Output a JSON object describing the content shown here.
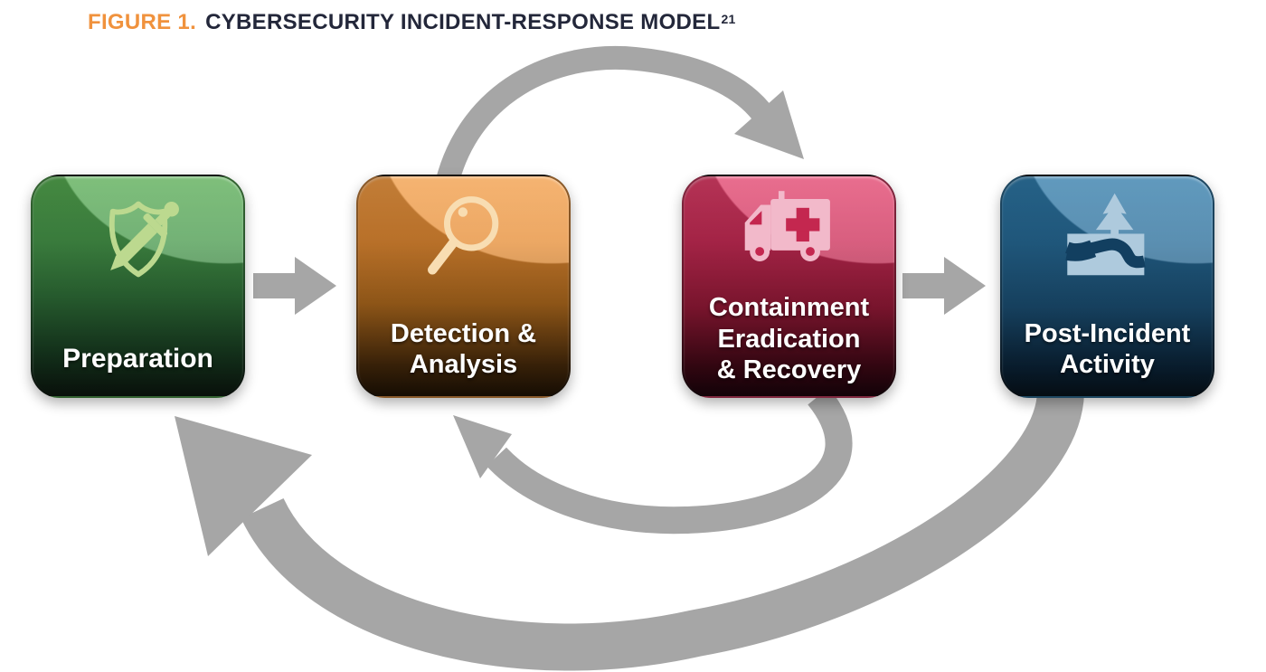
{
  "figure": {
    "label": "FIGURE 1.",
    "title": "CYBERSECURITY INCIDENT-RESPONSE MODEL",
    "footnote_ref": "21"
  },
  "stages": [
    {
      "name": "Preparation",
      "lines": [
        "Preparation"
      ],
      "icon": "shield-sword-icon",
      "color": "#4FA14C"
    },
    {
      "name": "Detection & Analysis",
      "lines": [
        "Detection &",
        "Analysis"
      ],
      "icon": "magnifying-glass-icon",
      "color": "#EF9840"
    },
    {
      "name": "Containment Eradication & Recovery",
      "lines": [
        "Containment",
        "Eradication",
        "& Recovery"
      ],
      "icon": "ambulance-icon",
      "color": "#DE3A66"
    },
    {
      "name": "Post-Incident Activity",
      "lines": [
        "Post-Incident",
        "Activity"
      ],
      "icon": "tree-path-icon",
      "color": "#2E79A7"
    }
  ],
  "arrows": [
    {
      "from": "Preparation",
      "to": "Detection & Analysis",
      "shape": "straight-right"
    },
    {
      "from": "Detection & Analysis",
      "to": "Containment Eradication & Recovery",
      "shape": "arc-over-top"
    },
    {
      "from": "Containment Eradication & Recovery",
      "to": "Detection & Analysis",
      "shape": "arc-under-return"
    },
    {
      "from": "Containment Eradication & Recovery",
      "to": "Post-Incident Activity",
      "shape": "straight-right"
    },
    {
      "from": "Post-Incident Activity",
      "to": "Preparation",
      "shape": "arc-bottom-return"
    }
  ],
  "colors": {
    "figure_label_orange": "#F0923D",
    "title_text": "#23273A",
    "arrow_gray": "#A6A6A6",
    "background": "#FFFFFF"
  }
}
